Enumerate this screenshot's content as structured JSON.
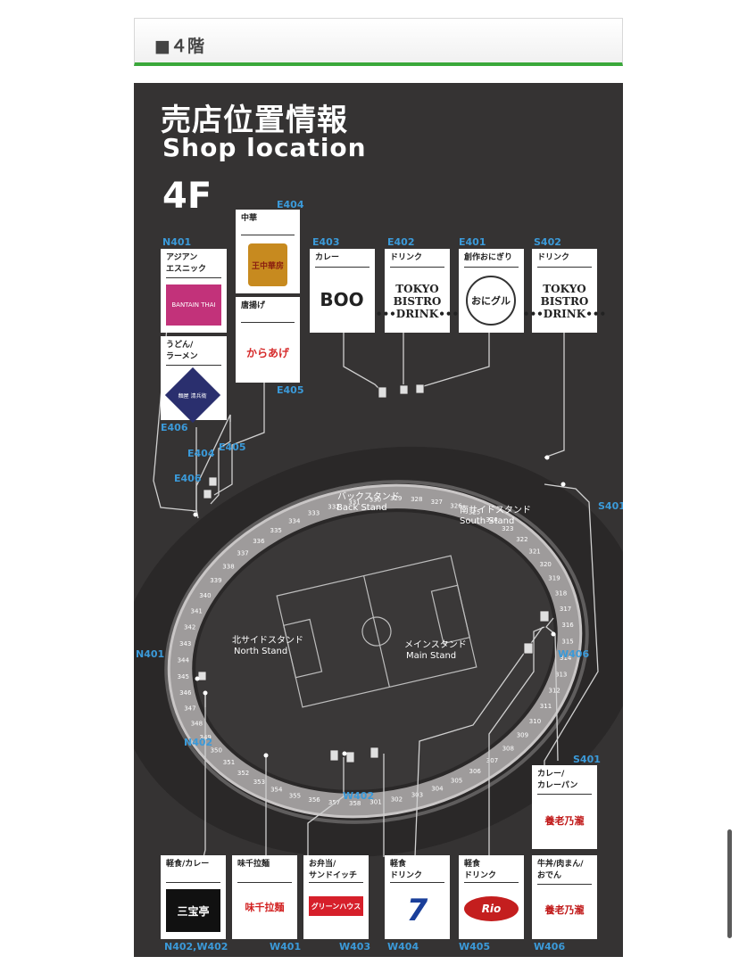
{
  "header": {
    "title": "■４階"
  },
  "map": {
    "title": "売店位置情報",
    "subtitle": "Shop location",
    "floor": "4F",
    "stands": [
      {
        "jp": "バックスタンド",
        "en": "Back Stand"
      },
      {
        "jp": "南サイドスタンド",
        "en": "South Stand"
      },
      {
        "jp": "北サイドスタンド",
        "en": "North Stand"
      },
      {
        "jp": "メインスタンド",
        "en": "Main Stand"
      }
    ],
    "sections": [
      "301",
      "302",
      "303",
      "304",
      "305",
      "306",
      "307",
      "308",
      "309",
      "310",
      "311",
      "312",
      "313",
      "314",
      "315",
      "316",
      "317",
      "318",
      "319",
      "320",
      "321",
      "322",
      "323",
      "324",
      "325",
      "326",
      "327",
      "328",
      "329",
      "330",
      "331",
      "332",
      "333",
      "334",
      "335",
      "336",
      "337",
      "338",
      "339",
      "340",
      "341",
      "342",
      "343",
      "344",
      "345",
      "346",
      "347",
      "348",
      "349",
      "350",
      "351",
      "352",
      "353",
      "354",
      "355",
      "356",
      "357",
      "358"
    ],
    "gate_labels": [
      "E404",
      "E405",
      "E406",
      "S401",
      "N401",
      "W406",
      "N402",
      "W402"
    ],
    "shops": [
      {
        "code": "N401",
        "category": "アジアン\nエスニック",
        "logo": "BANTAIN THAI"
      },
      {
        "code": "E406",
        "category": "うどん/\nラーメン",
        "logo": "麺屋 清兵衛"
      },
      {
        "code": "E404",
        "category": "中華",
        "logo": "王中華房"
      },
      {
        "code": "E405",
        "category": "唐揚げ",
        "logo": "からあげ"
      },
      {
        "code": "E403",
        "category": "カレー",
        "logo": "BOO"
      },
      {
        "code": "E402",
        "category": "ドリンク",
        "logo": "TOKYO\nBISTRO\n•••DRINK•••"
      },
      {
        "code": "E401",
        "category": "創作おにぎり",
        "logo": "おにグル"
      },
      {
        "code": "S402",
        "category": "ドリンク",
        "logo": "TOKYO\nBISTRO\n•••DRINK•••"
      },
      {
        "code": "S401",
        "category": "カレー/\nカレーパン",
        "logo": "養老乃瀧"
      },
      {
        "code": "N402,W402",
        "category": "軽食/カレー",
        "logo": "三宝亭"
      },
      {
        "code": "W401",
        "category": "味千拉麺",
        "logo": "味千拉麺"
      },
      {
        "code": "W403",
        "category": "お弁当/\nサンドイッチ",
        "logo": "グリーンハウス"
      },
      {
        "code": "W404",
        "category": "軽食\nドリンク",
        "logo": "7"
      },
      {
        "code": "W405",
        "category": "軽食\nドリンク",
        "logo": "Rio"
      },
      {
        "code": "W406",
        "category": "牛丼/肉まん/\nおでん",
        "logo": "養老乃瀧"
      }
    ]
  }
}
